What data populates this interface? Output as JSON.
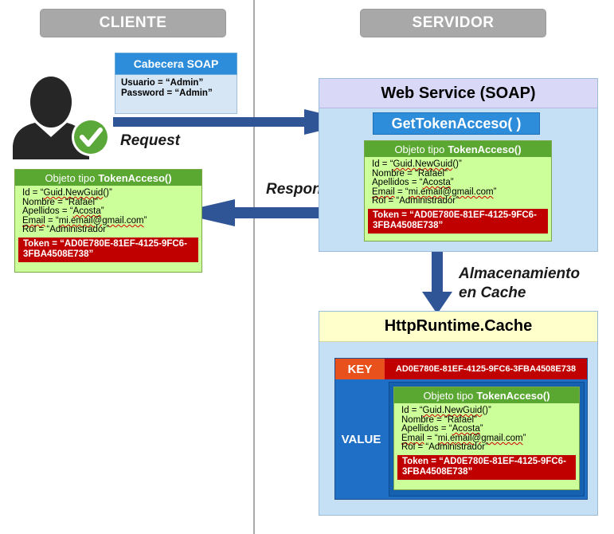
{
  "headers": {
    "client": "CLIENTE",
    "server": "SERVIDOR"
  },
  "soap_header": {
    "title": "Cabecera SOAP",
    "user_line": "Usuario = “Admin”",
    "password_line": "Password = “Admin”"
  },
  "labels": {
    "request": "Request",
    "response": "Response",
    "cache_storage_1": "Almacenamiento",
    "cache_storage_2": "en Cache"
  },
  "web_service": {
    "title": "Web Service (SOAP)",
    "method": "GetTokenAcceso( )"
  },
  "token_object": {
    "title_prefix": "Objeto tipo",
    "title_type": "TokenAcceso()",
    "id_key": "Id = “",
    "id_val": "Guid.NewGuid",
    "id_end": "()”",
    "nombre": "Nombre = “Rafael”",
    "apellidos_key": "Apellidos = “",
    "apellidos_val": "Acosta",
    "apellidos_end": "”",
    "email_key": "Email",
    "email_mid": " = “",
    "email_val": "mi.email@gmail.com",
    "email_end": "”",
    "rol": "Rol = “Administrador”",
    "token_line1": "Token = “AD0E780E-81EF-4125-9FC6-",
    "token_line2": "3FBA4508E738”"
  },
  "cache": {
    "title": "HttpRuntime.Cache",
    "key_label": "KEY",
    "key_value": "AD0E780E-81EF-4125-9FC6-3FBA4508E738",
    "value_label": "VALUE"
  },
  "colors": {
    "blue": "#2e8ddb",
    "green": "#5aa832",
    "light_green": "#ccff99",
    "red": "#c00000",
    "arrow": "#2f5597"
  }
}
